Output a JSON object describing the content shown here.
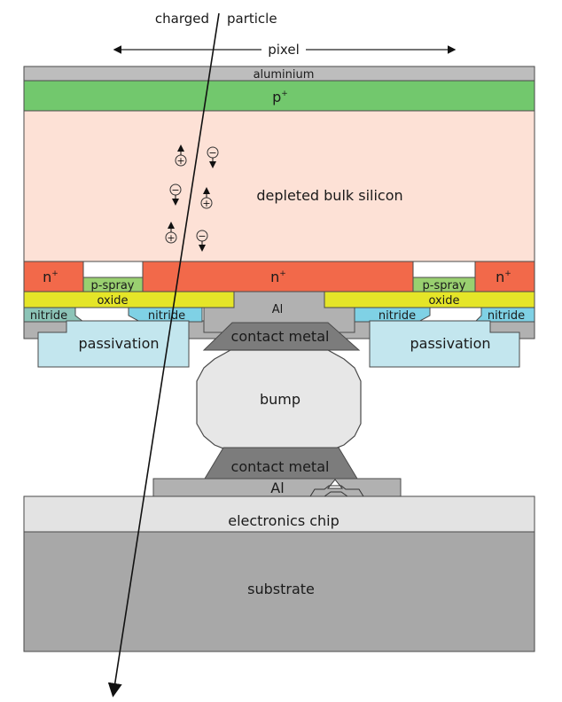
{
  "header": {
    "charged": "charged",
    "particle": "particle",
    "pixel": "pixel"
  },
  "layers": {
    "aluminium": "aluminium",
    "p_plus": "p",
    "plus_sup": "+",
    "depleted_bulk": "depleted bulk silicon",
    "n_plus": "n",
    "p_spray": "p-spray",
    "oxide": "oxide",
    "nitride": "nitride",
    "al_small": "Al",
    "passivation": "passivation",
    "contact_metal": "contact metal",
    "bump": "bump",
    "al_lower": "Al",
    "electronics_chip": "electronics chip",
    "substrate": "substrate"
  },
  "carriers": {
    "plus": "+",
    "minus": "−"
  },
  "colors": {
    "aluminium": "#bdbdbd",
    "p_plus": "#72c86d",
    "bulk": "#fde1d6",
    "n_plus": "#f2694a",
    "p_spray": "#99d070",
    "oxide": "#e5e528",
    "nitride_left": "#8cc4b7",
    "nitride_right": "#7fd1e5",
    "passivation": "#c3e6ee",
    "metal_gray": "#b1b1b1",
    "contact_metal": "#7c7c7c",
    "bump": "#e7e7e7",
    "chip": "#e3e3e3",
    "substrate": "#a8a8a8",
    "outline": "#4a4a4a"
  }
}
